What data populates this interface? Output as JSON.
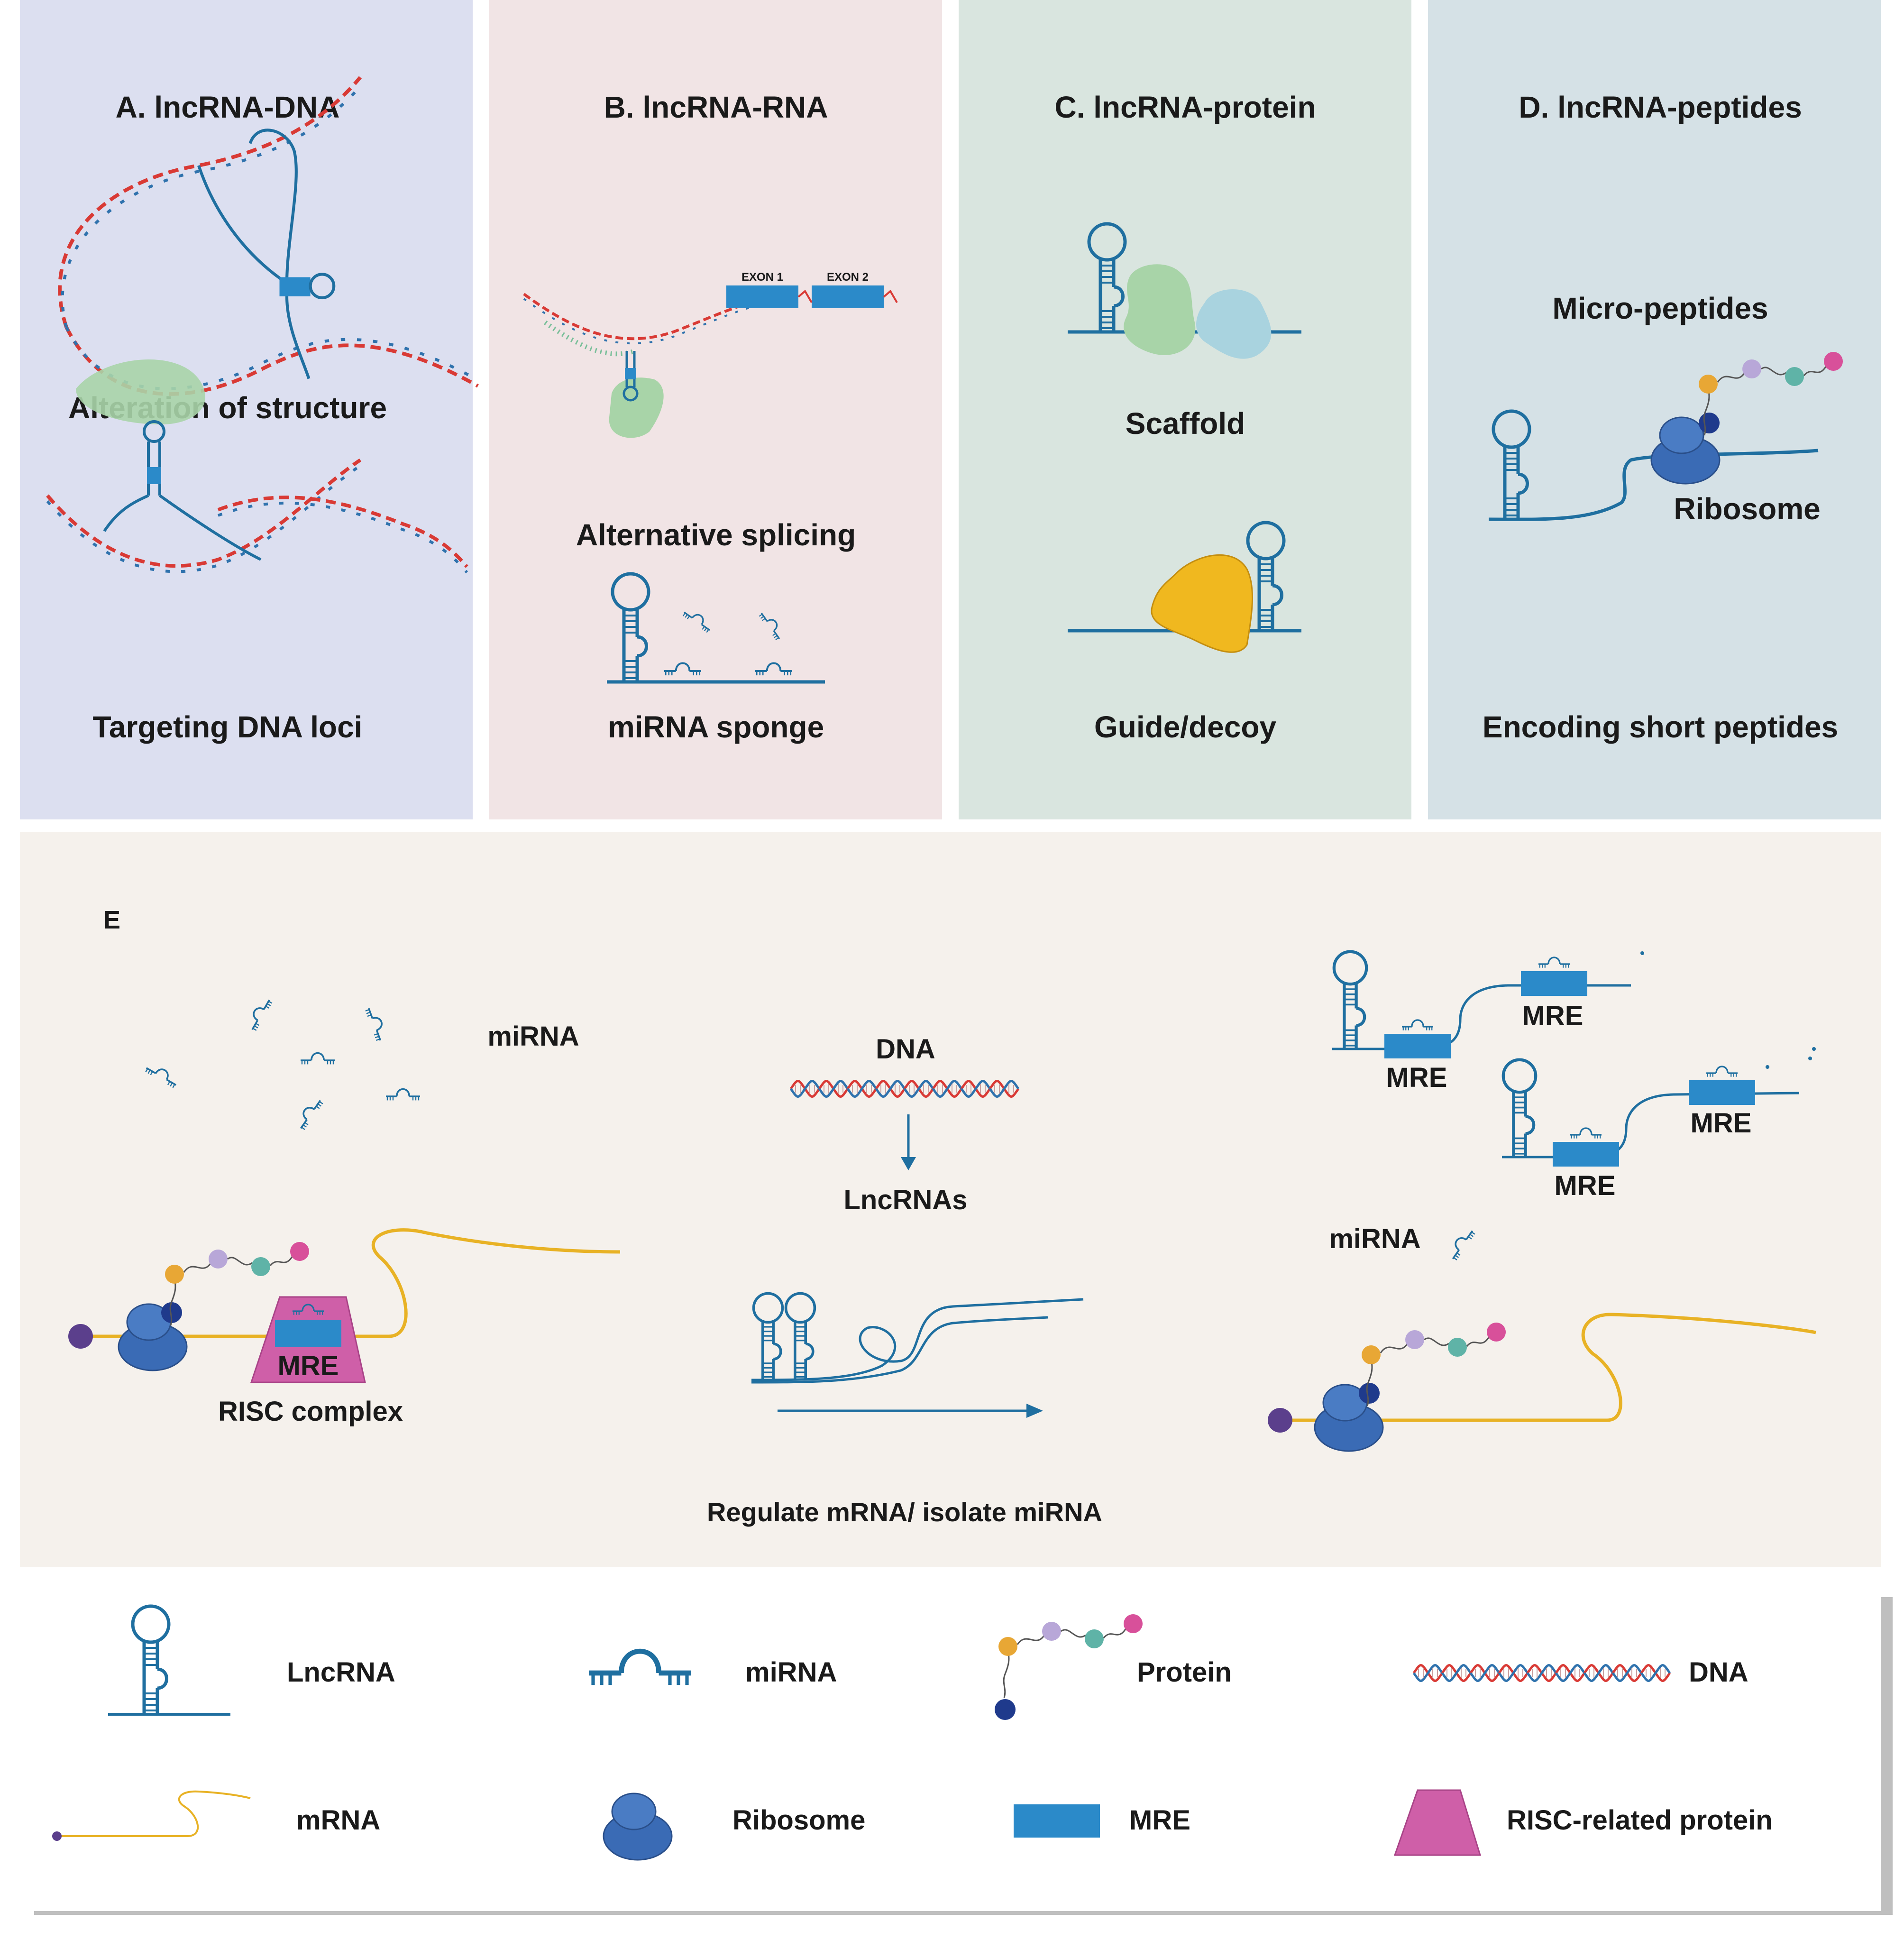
{
  "colors": {
    "panel_a": "#dcdff0",
    "panel_b": "#f1e4e5",
    "panel_c": "#d9e5df",
    "panel_d": "#d5e1e6",
    "panel_e": "#f5f1ec",
    "rna": "#1f6fa0",
    "mre": "#2b8ac9",
    "mrna": "#e8b225",
    "ribosome": "#3a6bb5",
    "risc": "#cf5fa8",
    "protein_green": "#a8d4a8",
    "protein_blue": "#a9d3df",
    "protein_yellow": "#f0b81f",
    "dna_red": "#d93a35",
    "dna_blue": "#2f72ad"
  },
  "panels": {
    "a": {
      "title": "A. lncRNA-DNA",
      "label1": "Alteration of structure",
      "label2": "Targeting DNA loci"
    },
    "b": {
      "title": "B. lncRNA-RNA",
      "exon1": "EXON 1",
      "exon2": "EXON 2",
      "label1": "Alternative splicing",
      "label2": "miRNA sponge"
    },
    "c": {
      "title": "C. lncRNA-protein",
      "label1": "Scaffold",
      "label2": "Guide/decoy"
    },
    "d": {
      "title": "D. lncRNA-peptides",
      "label_micro": "Micro-peptides",
      "label_ribosome": "Ribosome",
      "label2": "Encoding short peptides"
    },
    "e": {
      "title": "E",
      "mirna": "miRNA",
      "dna": "DNA",
      "lncrnas": "LncRNAs",
      "mre": "MRE",
      "risc": "RISC complex",
      "mirna_right": "miRNA",
      "caption": "Regulate mRNA/ isolate miRNA"
    }
  },
  "legend": {
    "lncrna": "LncRNA",
    "mirna": "miRNA",
    "protein": "Protein",
    "dna": "DNA",
    "mrna": "mRNA",
    "ribosome": "Ribosome",
    "mre": "MRE",
    "risc": "RISC-related protein"
  }
}
